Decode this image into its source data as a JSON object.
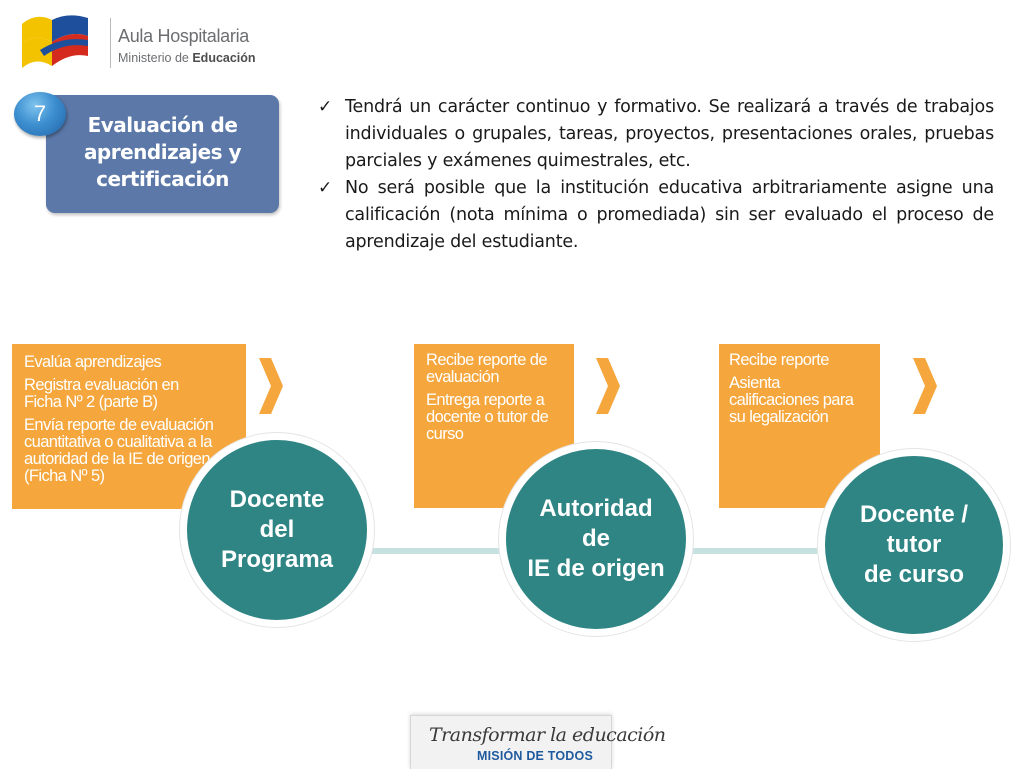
{
  "header": {
    "logo_title": "Aula Hospitalaria",
    "logo_sub_prefix": "Ministerio de ",
    "logo_sub_bold": "Educación"
  },
  "step": {
    "number": "7",
    "title": "Evaluación de aprendizajes y certificación"
  },
  "bullets": [
    "Tendrá un carácter continuo y formativo. Se realizará a través de trabajos individuales o grupales, tareas, proyectos, presentaciones orales, pruebas parciales y exámenes quimestrales, etc.",
    "No será posible que la institución educativa arbitrariamente asigne una calificación (nota mínima o promediada) sin ser evaluado el proceso de aprendizaje del estudiante."
  ],
  "flow": [
    {
      "actor": "Docente\ndel\nPrograma",
      "tasks": [
        "Evalúa aprendizajes",
        "Registra evaluación en Ficha Nº 2 (parte B)",
        "Envía reporte de evaluación cuantitativa o cualitativa a la autoridad de la IE de origen. (Ficha Nº 5)"
      ]
    },
    {
      "actor": "Autoridad\nde\nIE de origen",
      "tasks": [
        "Recibe reporte de evaluación",
        "Entrega reporte  a docente o tutor de curso"
      ]
    },
    {
      "actor": "Docente /\ntutor\nde curso",
      "tasks": [
        "Recibe reporte",
        "Asienta calificaciones para su legalización"
      ]
    }
  ],
  "footer": {
    "line1": "Transformar la educación",
    "line2": "MISIÓN DE TODOS"
  },
  "colors": {
    "step_box": "#5b78a8",
    "task_box": "#f5a63c",
    "arrow": "#f5a63c",
    "circle": "#2e8584",
    "connector": "#c7e1e1",
    "footer_accent": "#1f5a9e"
  }
}
